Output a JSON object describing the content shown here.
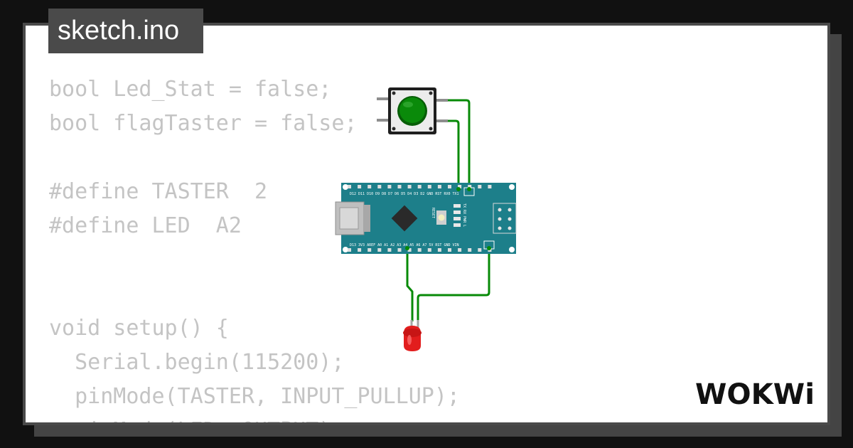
{
  "file_tab": {
    "title": "sketch.ino"
  },
  "code_lines": [
    "bool Led_Stat = false;",
    "bool flagTaster = false;",
    "",
    "#define TASTER  2",
    "#define LED  A2",
    "",
    "",
    "void setup() {",
    "  Serial.begin(115200);",
    "  pinMode(TASTER, INPUT_PULLUP);",
    "  pinMode(LED, OUTPUT);"
  ],
  "brand": {
    "logo_text": "WOKWi"
  },
  "board": {
    "top_pin_labels": "D12 D11 D10 D9 D8 D7 D6 D5 D4 D3 D2 GND RST RX0 TX1",
    "bottom_pin_labels": "D13 3V3 AREF A0 A1 A2 A3 A4 A5 A6 A7 5V RST GND VIN",
    "reset_label": "RESET",
    "led_labels": "TX RX PWR L"
  },
  "colors": {
    "background": "#111111",
    "card_border": "#4a4a4a",
    "code_text": "#c4c4c4",
    "wire": "#078a07",
    "board": "#1d7f8a",
    "button_cap": "#0a8a0a",
    "led": "#e21d1d"
  }
}
